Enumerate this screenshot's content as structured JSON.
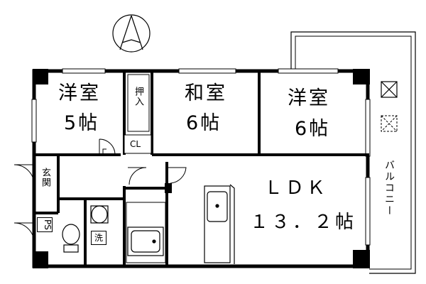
{
  "rooms": {
    "western_left": {
      "name": "洋室",
      "size": "5帖"
    },
    "japanese": {
      "name": "和室",
      "size": "6帖"
    },
    "western_right": {
      "name": "洋室",
      "size": "6帖"
    },
    "ldk": {
      "name": "ＬＤＫ",
      "size": "１３．２帖"
    }
  },
  "labels": {
    "closet_oshiire": "押入",
    "closet_cl": "CL",
    "entrance": "玄関",
    "pipe_space": "PS",
    "washer": "洗",
    "balcony": "バルコニー"
  },
  "icons": {
    "north": "north-arrow-icon",
    "ac_units": [
      "ac-unit-icon",
      "ac-unit-icon"
    ]
  }
}
